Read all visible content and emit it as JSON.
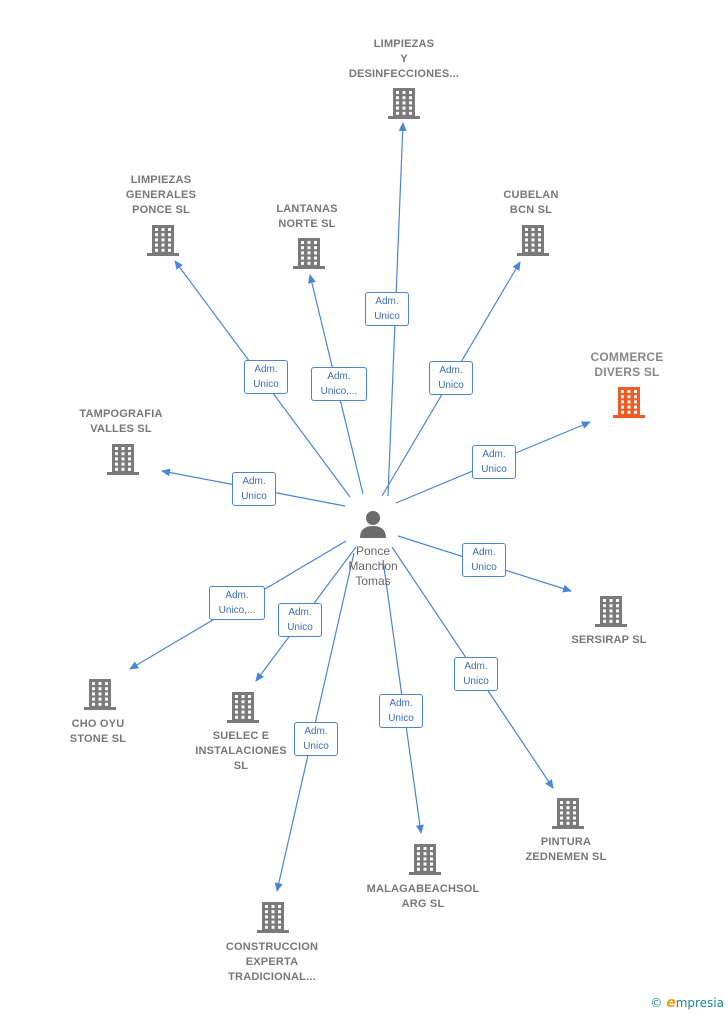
{
  "center": {
    "name": "Ponce\nManchon\nTomas"
  },
  "colors": {
    "edge": "#4a86d4",
    "company": "#7a7a7a",
    "highlight": "#f25a24",
    "person": "#6b6b6b"
  },
  "companies": [
    {
      "id": "limpiezas-desinfecciones",
      "label": "LIMPIEZAS\nY\nDESINFECCIONES...",
      "role": "Adm.\nUnico",
      "highlight": false
    },
    {
      "id": "limpiezas-generales",
      "label": "LIMPIEZAS\nGENERALES\nPONCE  SL",
      "role": "Adm.\nUnico",
      "highlight": false
    },
    {
      "id": "lantanas-norte",
      "label": "LANTANAS\nNORTE  SL",
      "role": "Adm.\nUnico,...",
      "highlight": false
    },
    {
      "id": "cubelan-bcn",
      "label": "CUBELAN\nBCN  SL",
      "role": "Adm.\nUnico",
      "highlight": false
    },
    {
      "id": "commerce-divers",
      "label": "COMMERCE\nDIVERS  SL",
      "role": "Adm.\nUnico",
      "highlight": true
    },
    {
      "id": "tampografia-valles",
      "label": "TAMPOGRAFIA\nVALLES  SL",
      "role": "Adm.\nUnico",
      "highlight": false
    },
    {
      "id": "sersirap",
      "label": "SERSIRAP  SL",
      "role": "Adm.\nUnico",
      "highlight": false
    },
    {
      "id": "cho-oyu-stone",
      "label": "CHO OYU\nSTONE  SL",
      "role": "Adm.\nUnico,...",
      "highlight": false
    },
    {
      "id": "suelec-instalaciones",
      "label": "SUELEC E\nINSTALACIONES\nSL",
      "role": "Adm.\nUnico",
      "highlight": false
    },
    {
      "id": "pintura-zednemen",
      "label": "PINTURA\nZEDNEMEN  SL",
      "role": "Adm.\nUnico",
      "highlight": false
    },
    {
      "id": "construccion-experta",
      "label": "CONSTRUCCION\nEXPERTA\nTRADICIONAL...",
      "role": "Adm.\nUnico",
      "highlight": false
    },
    {
      "id": "malagabeachsolarg",
      "label": "MALAGABEACHSOL\nARG  SL",
      "role": "Adm.\nUnico",
      "highlight": false
    }
  ],
  "watermark": {
    "symbol": "©",
    "brand_initial": "e",
    "brand_rest": "mpresia"
  }
}
